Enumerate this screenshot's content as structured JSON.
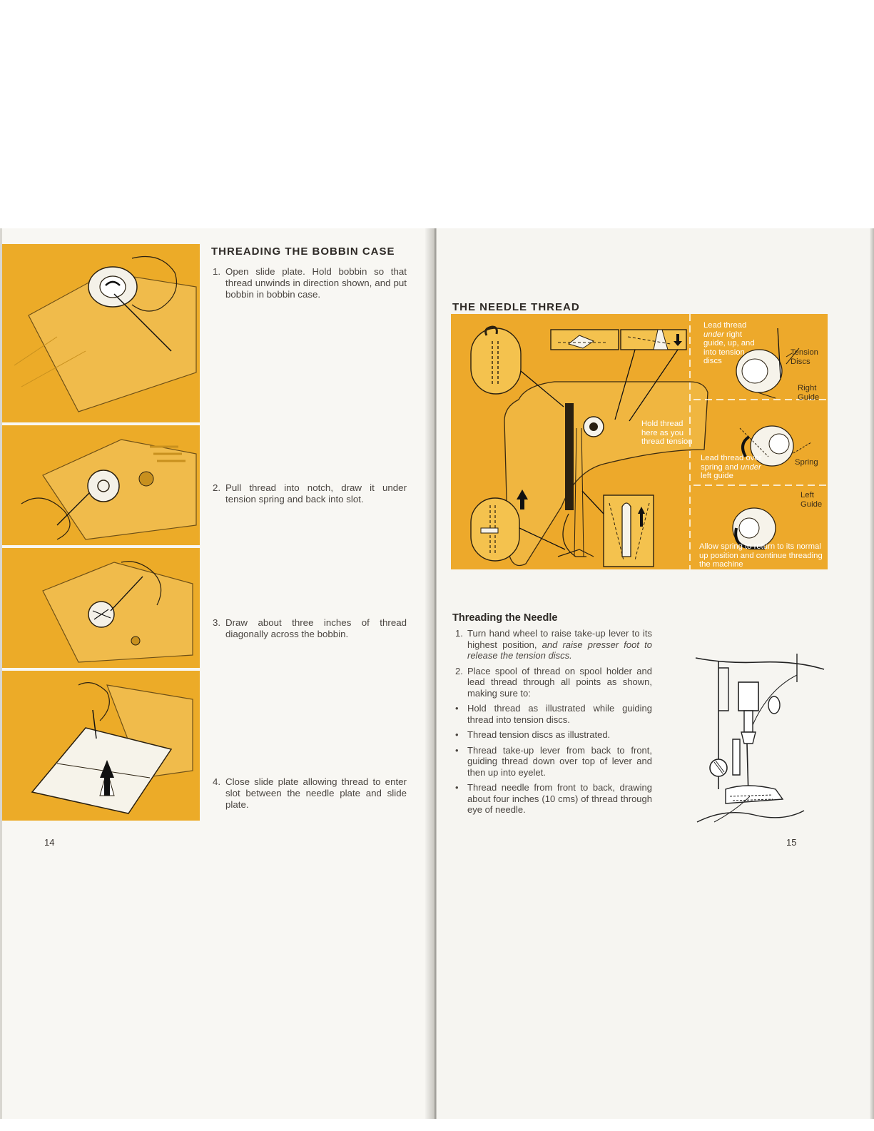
{
  "left_page": {
    "heading": "THREADING THE BOBBIN CASE",
    "steps": [
      {
        "num": "1.",
        "text": "Open slide plate. Hold bobbin so that thread unwinds in direction shown, and put bobbin in bobbin case."
      },
      {
        "num": "2.",
        "text": "Pull thread into notch, draw it under tension spring and back into slot."
      },
      {
        "num": "3.",
        "text": "Draw about three inches of thread diagonally across the bobbin."
      },
      {
        "num": "4.",
        "text": "Close slide plate allowing thread to enter slot between the needle plate and slide plate."
      }
    ],
    "page_number": "14"
  },
  "right_page": {
    "heading": "THE NEEDLE THREAD",
    "diagram_labels": {
      "hold_thread": "Hold thread here as you thread tension",
      "lead_under_a": "Lead thread",
      "lead_under_b": "under",
      "lead_under_c": "right guide, up, and into tension discs",
      "tension_discs": "Tension Discs",
      "right_guide": "Right Guide",
      "spring": "Spring",
      "lead_over_a": "Lead thread over spring and",
      "lead_over_b": "under",
      "lead_over_c": "left guide",
      "left_guide": "Left Guide",
      "allow_spring": "Allow spring to return to its normal up position and continue threading the machine"
    },
    "subheading": "Threading the Needle",
    "steps": [
      {
        "mark": "1.",
        "text_a": "Turn hand wheel to raise take-up lever to its highest position, ",
        "text_b": "and raise presser foot to release the tension discs."
      },
      {
        "mark": "2.",
        "text_a": "Place spool of thread on spool holder and lead thread through all points as shown, making sure to:",
        "text_b": ""
      },
      {
        "mark": "•",
        "text_a": "Hold thread as illustrated while guiding thread into tension discs.",
        "text_b": ""
      },
      {
        "mark": "•",
        "text_a": "Thread tension discs as illustrated.",
        "text_b": ""
      },
      {
        "mark": "•",
        "text_a": "Thread take-up lever from back to front, guiding thread down over top of lever and then up into eyelet.",
        "text_b": ""
      },
      {
        "mark": "•",
        "text_a": "Thread needle from front to back, drawing about four inches (10 cms) of thread through eye of needle.",
        "text_b": ""
      }
    ],
    "page_number": "15"
  },
  "colors": {
    "panel_orange": "#ecab28",
    "ink": "#2e2a26"
  }
}
